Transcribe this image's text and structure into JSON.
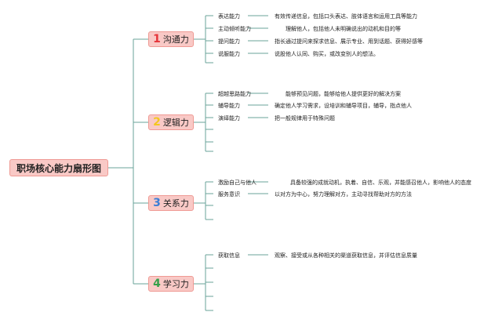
{
  "root": {
    "title": "职场核心能力扇形图"
  },
  "branches": [
    {
      "num": "1",
      "label": "沟通力",
      "items": [
        {
          "label": "表达能力",
          "desc": "有效传递信息，包括口头表达、肢体语言和运用工具等能力"
        },
        {
          "label": "主动倾听能力",
          "desc": "理解他人，包括他人未明确说出的动机和目的等"
        },
        {
          "label": "提问能力",
          "desc": "指长通过提问来探求信息、展示专业、用到话题、获得好感等"
        },
        {
          "label": "说服能力",
          "desc": "说股他人认同、购买，或改变别人的想法。"
        }
      ],
      "empty_slots": 1
    },
    {
      "num": "2",
      "label": "逻辑力",
      "items": [
        {
          "label": "超越思路能力",
          "desc": "能够预见问题，能够给他人提供更好的解决方案"
        },
        {
          "label": "辅导能力",
          "desc": "确定他人学习需求，设培训和辅导项目，辅导，指点他人"
        },
        {
          "label": "演绎能力",
          "desc": "把一般规律用于特殊问题"
        }
      ],
      "empty_slots": 3
    },
    {
      "num": "3",
      "label": "关系力",
      "items": [
        {
          "label": "激励自己与他人",
          "desc": "具备较强的成就动机，执着、自信、乐观，并能感召他人，影响他人的态度"
        },
        {
          "label": "服务意识",
          "desc": "以对方为中心，努力理解对方，主动寻找帮助对方的方法"
        }
      ],
      "empty_slots": 2
    },
    {
      "num": "4",
      "label": "学习力",
      "items": [
        {
          "label": "获取信息",
          "desc": "观察、接受或从各种相关的渠道获取信息，并评估信息质量"
        }
      ],
      "empty_slots": 4
    }
  ]
}
